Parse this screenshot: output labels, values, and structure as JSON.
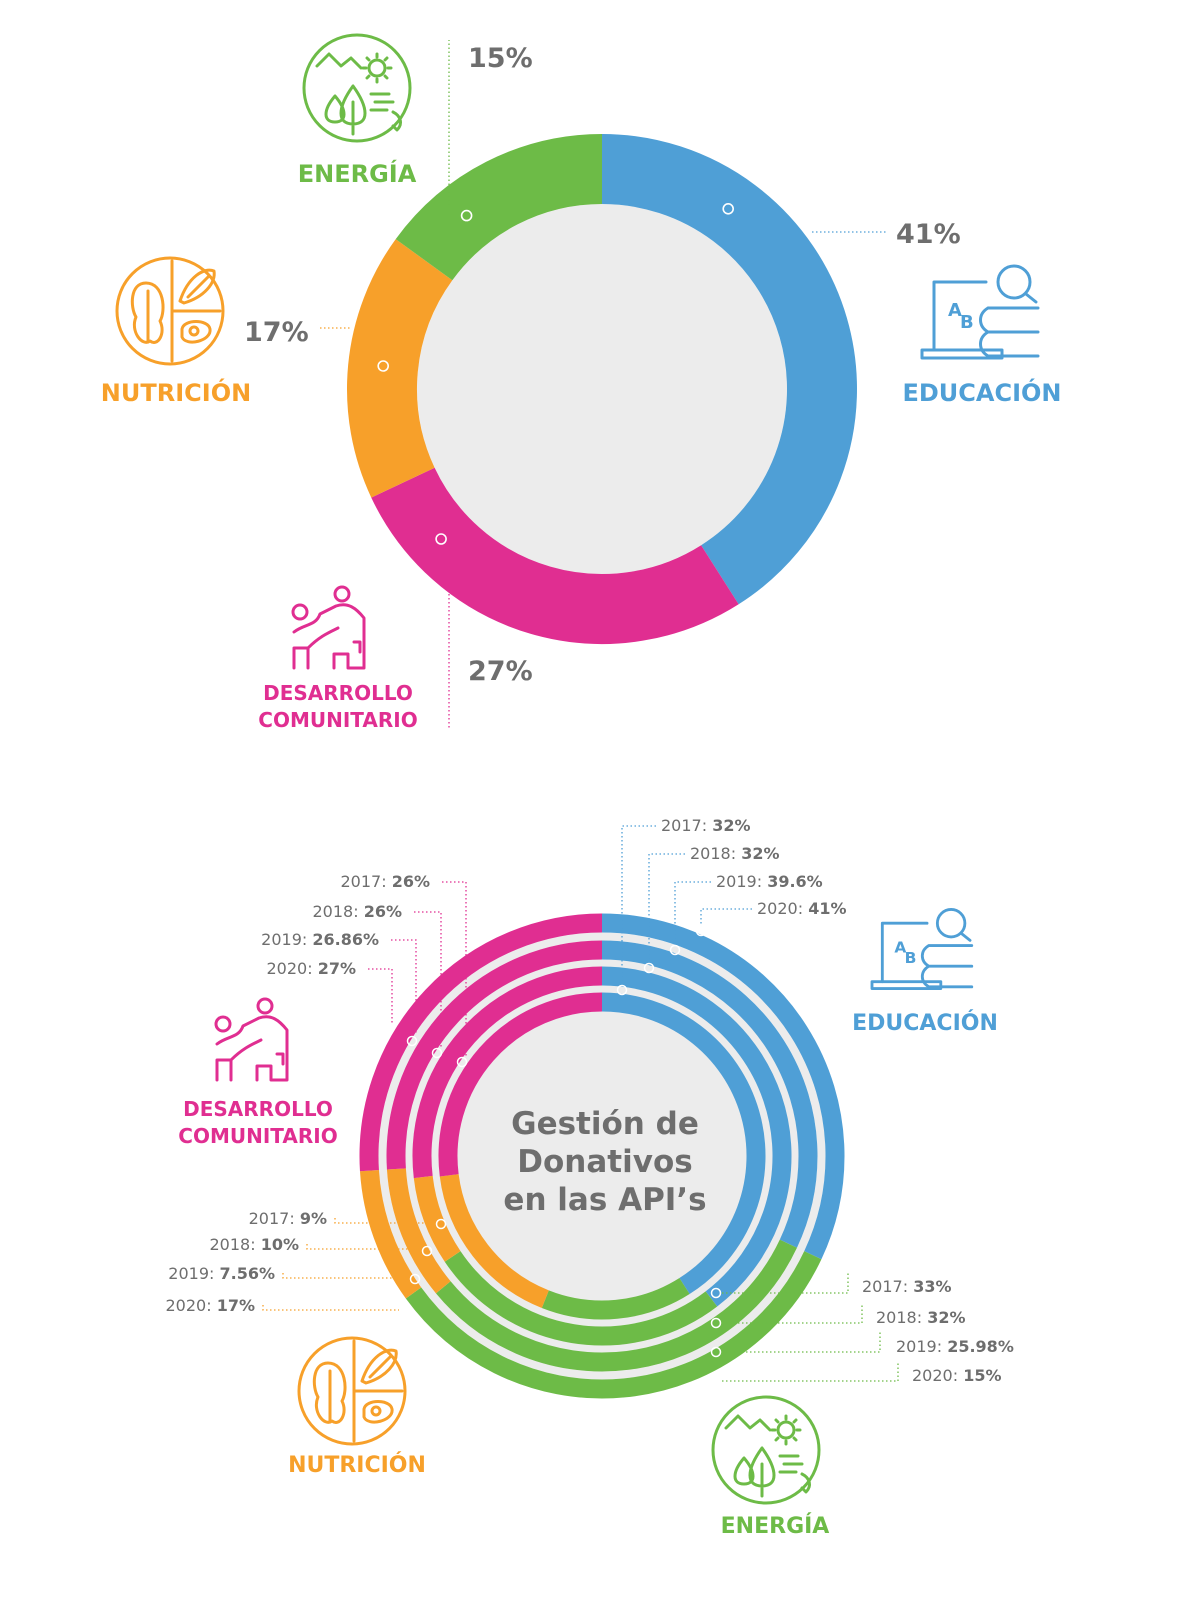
{
  "colors": {
    "educacion": "#4f9fd6",
    "desarrollo": "#e02e91",
    "nutricion": "#f7a02a",
    "energia": "#6dbb47",
    "text": "#6e6e6e",
    "inner": "#ececec"
  },
  "icons": {
    "educacion": "education-books-icon",
    "desarrollo": "community-climb-icon",
    "nutricion": "nutrition-plate-icon",
    "energia": "environment-energy-icon"
  },
  "categories": {
    "educacion": "EDUCACIÓN",
    "desarrollo_1": "DESARROLLO",
    "desarrollo_2": "COMUNITARIO",
    "nutricion": "NUTRICIÓN",
    "energia": "ENERGÍA"
  },
  "center_title": [
    "Gestión de",
    "Donativos",
    "en las API’s"
  ],
  "chart_data": [
    {
      "type": "pie",
      "style": "donut",
      "slices": [
        {
          "label": "EDUCACIÓN",
          "key": "educacion",
          "value": 41,
          "text": "41%"
        },
        {
          "label": "DESARROLLO COMUNITARIO",
          "key": "desarrollo",
          "value": 27,
          "text": "27%"
        },
        {
          "label": "NUTRICIÓN",
          "key": "nutricion",
          "value": 17,
          "text": "17%"
        },
        {
          "label": "ENERGÍA",
          "key": "energia",
          "value": 15,
          "text": "15%"
        }
      ]
    },
    {
      "type": "pie",
      "style": "concentric-rings",
      "rings": [
        "2017",
        "2018",
        "2019",
        "2020"
      ],
      "series": [
        {
          "key": "educacion",
          "values": [
            32,
            32,
            39.6,
            41
          ],
          "texts": [
            "32%",
            "32%",
            "39.6%",
            "41%"
          ]
        },
        {
          "key": "energia",
          "values": [
            33,
            32,
            25.98,
            15
          ],
          "texts": [
            "33%",
            "32%",
            "25.98%",
            "15%"
          ]
        },
        {
          "key": "nutricion",
          "values": [
            9,
            10,
            7.56,
            17
          ],
          "texts": [
            "9%",
            "10%",
            "7.56%",
            "17%"
          ]
        },
        {
          "key": "desarrollo",
          "values": [
            26,
            26,
            26.86,
            27
          ],
          "texts": [
            "26%",
            "26%",
            "26.86%",
            "27%"
          ]
        }
      ]
    }
  ]
}
